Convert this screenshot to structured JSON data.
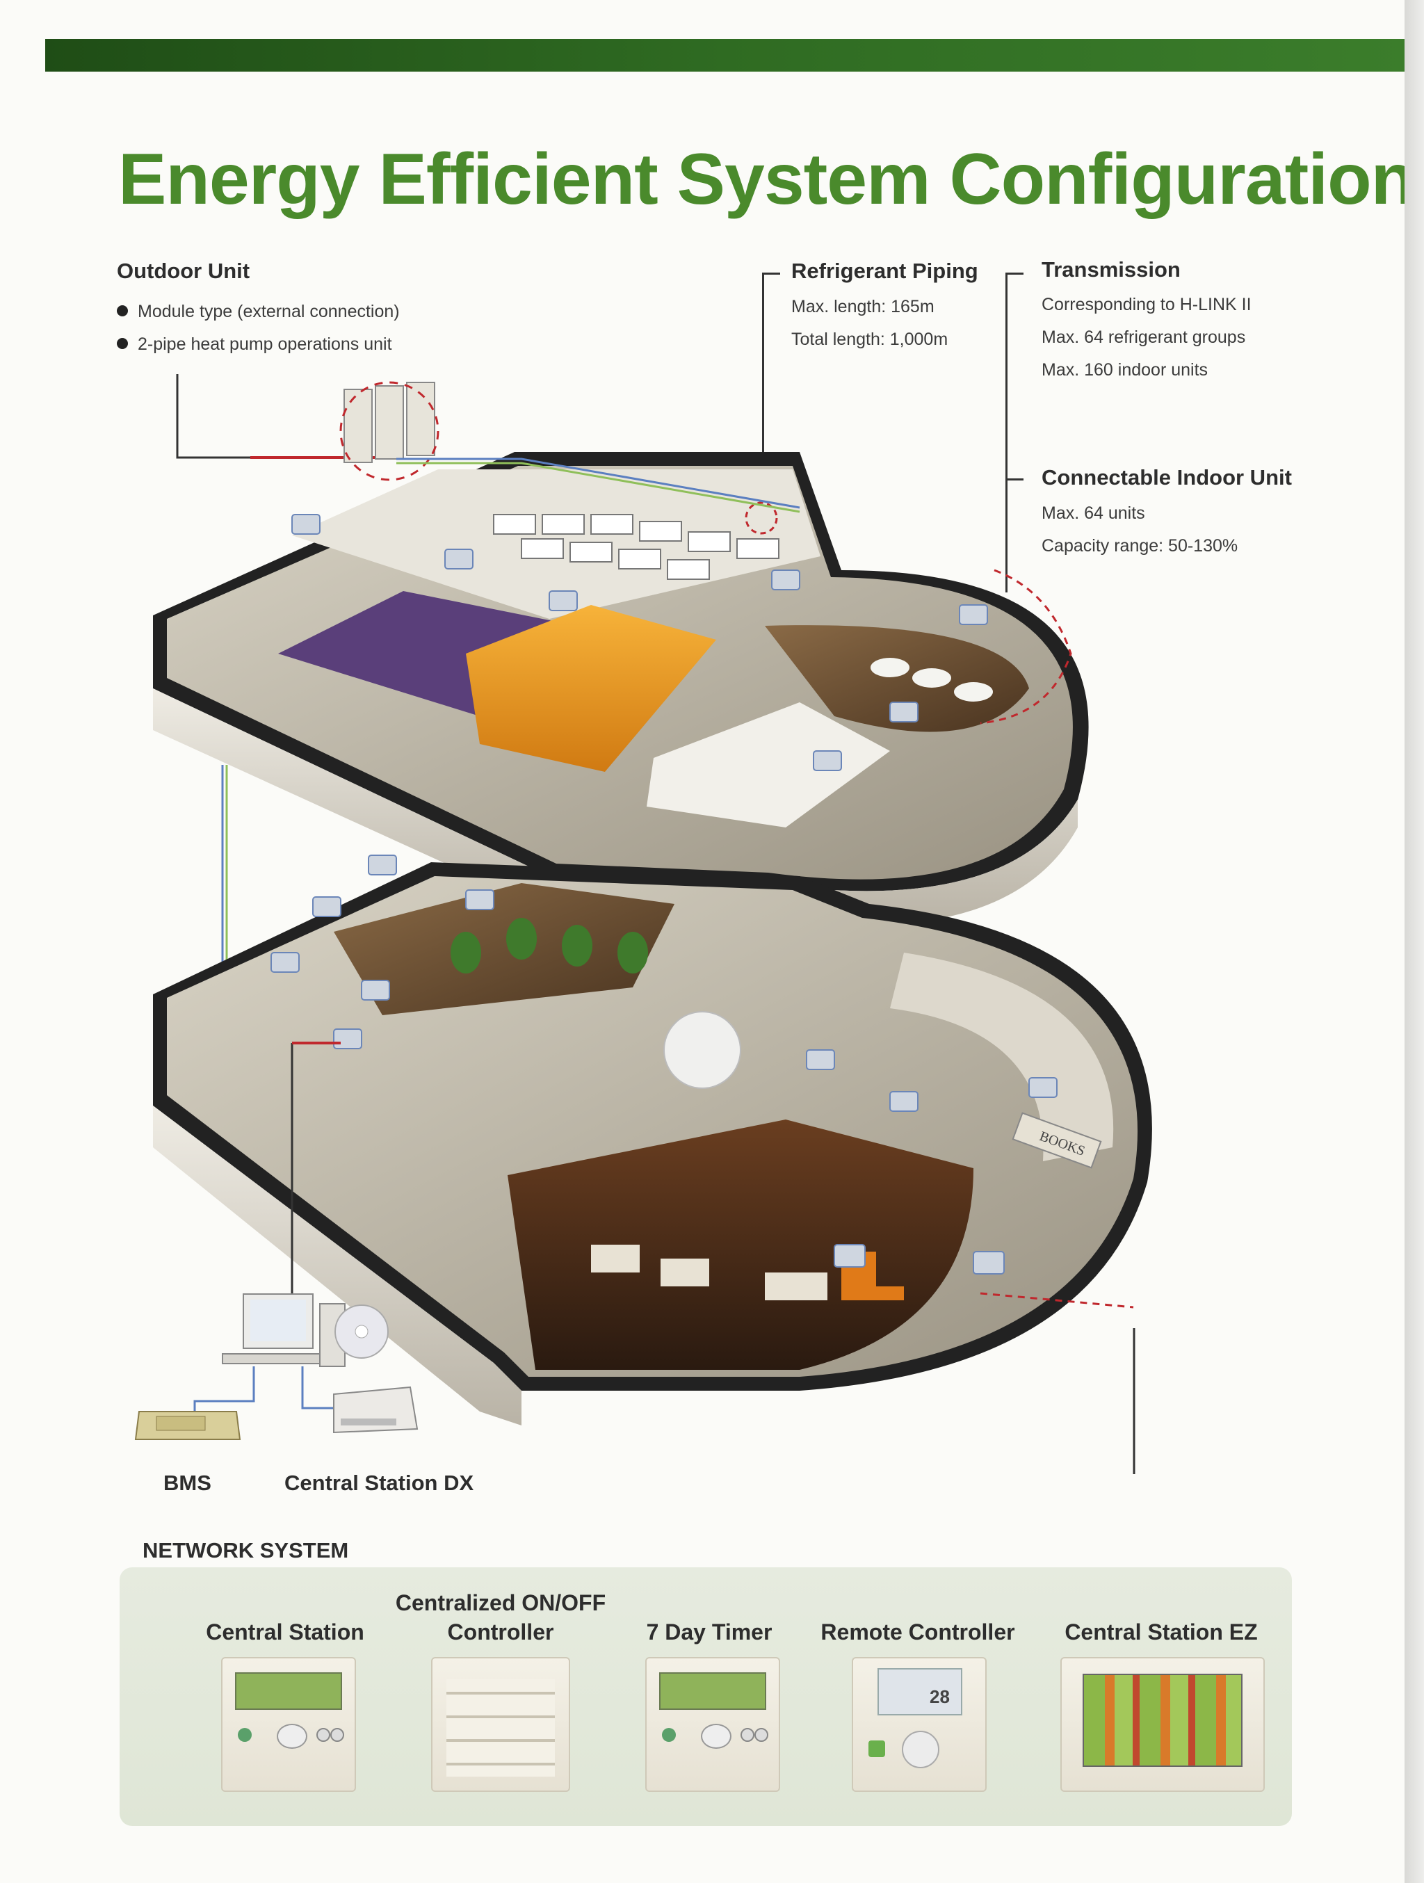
{
  "title": "Energy Efficient System Configuration",
  "outdoor_unit": {
    "heading": "Outdoor Unit",
    "bullets": [
      "Module type (external connection)",
      "2-pipe heat pump operations unit"
    ]
  },
  "refrigerant_piping": {
    "heading": "Refrigerant Piping",
    "lines": [
      "Max. length: 165m",
      "Total length: 1,000m"
    ]
  },
  "transmission": {
    "heading": "Transmission",
    "lines": [
      "Corresponding to H-LINK II",
      "Max. 64 refrigerant groups",
      "Max. 160 indoor units"
    ]
  },
  "connectable_indoor_unit": {
    "heading": "Connectable Indoor Unit",
    "lines": [
      "Max. 64 units",
      "Capacity range: 50-130%"
    ]
  },
  "building_signage": {
    "books": "BOOKS"
  },
  "devices": {
    "bms": "BMS",
    "central_station_dx": "Central Station DX"
  },
  "network": {
    "title": "NETWORK SYSTEM",
    "controllers": [
      {
        "label": "Central Station",
        "icon": "central-station-controller"
      },
      {
        "label": "Centralized ON/OFF\nController",
        "icon": "on-off-controller"
      },
      {
        "label": "7 Day Timer",
        "icon": "7-day-timer"
      },
      {
        "label": "Remote Controller",
        "icon": "remote-controller",
        "display": "28"
      },
      {
        "label": "Central Station EZ",
        "icon": "touch-panel"
      }
    ]
  },
  "colors": {
    "title_green": "#4a8a2c",
    "bar_green": "#2f6b22",
    "pipe_red": "#c0282d",
    "transmission_blue": "#5b7fc0",
    "transmission_green": "#8fbf5a"
  }
}
